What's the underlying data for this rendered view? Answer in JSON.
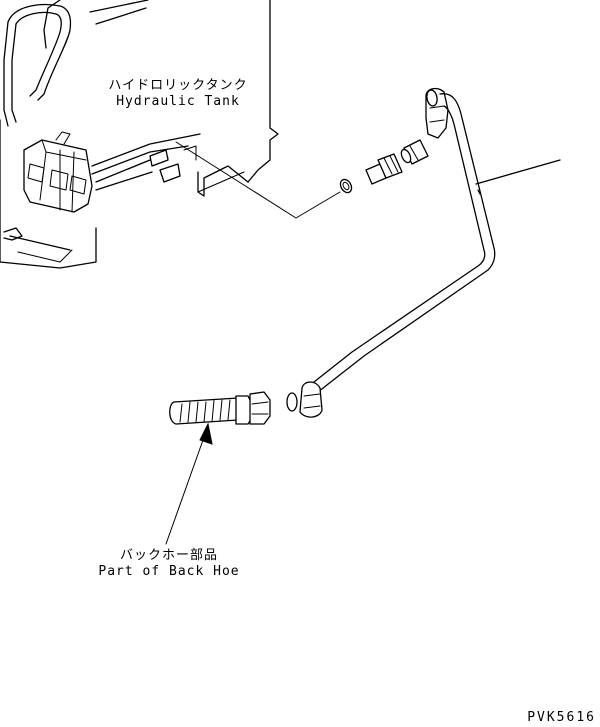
{
  "labels": {
    "tank_jp": "ハイドロリックタンク",
    "tank_en": "Hydraulic Tank",
    "backhoe_jp": "バックホー部品",
    "backhoe_en": "Part of Back Hoe"
  },
  "figure_code": "PVK5616"
}
